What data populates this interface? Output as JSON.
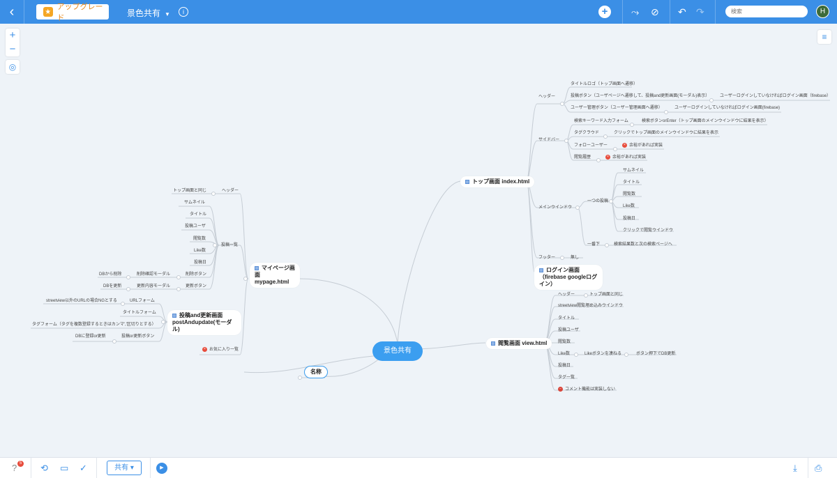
{
  "toolbar": {
    "upgrade_label": "アップグレード",
    "document_title": "景色共有",
    "search_placeholder": "検索",
    "avatar_initial": "H",
    "accent_color": "#3b8fe6"
  },
  "bottombar": {
    "help_badge": "5",
    "share_label": "共有"
  },
  "mindmap": {
    "central": "景色共有",
    "floating": "名称",
    "mypage": {
      "title": "マイページ画面 mypage.html",
      "header": "ヘッダー",
      "header_same": "トップ画面と同じ",
      "post_list": "投稿一覧",
      "list_items": [
        "サムネイル",
        "タイトル",
        "投稿ユーザ",
        "閲覧数",
        "Like数",
        "投稿日"
      ],
      "delete_button": "削除ボタン",
      "delete_modal": "削除確認モーダル",
      "delete_db": "DBから削除",
      "update_button": "更新ボタン",
      "update_modal": "更新内容モーダル",
      "update_db": "DBを更新"
    },
    "post": {
      "title": "投稿and更新画面 postAndupdate(モーダル)",
      "url_form": "URLフォーム",
      "url_note": "streetview以外のURLの場合NGとする",
      "title_form": "タイトルフォーム",
      "tag_form": "タグフォーム（タグを複数登録するときはカンマ','区切りとする）",
      "submit_button": "投稿or更新ボタン",
      "submit_db": "DBに登録or更新"
    },
    "favorites": "お気に入り一覧",
    "top": {
      "title": "トップ画面 index.html",
      "header": "ヘッダー",
      "title_logo": "タイトルロゴ（トップ画面へ遷移）",
      "post_button": "投稿ボタン（ユーザページへ遷移して、投稿and更新画面(モーダル)表示）",
      "post_login": "ユーザーログインしていなければログイン画面（firebase）",
      "user_button": "ユーザー管理ボタン（ユーザー管理画面へ遷移）",
      "user_login": "ユーザーログインしていなければログイン画面(firebase)",
      "sidebar": "サイドバー",
      "search_form": "検索キーワード入力フォーム",
      "search_result": "検索ボタンorEnter（トップ画面のメインウインドウに結果を表示）",
      "tag_cloud": "タグクラウド",
      "tag_result": "クリックでトップ画面のメインウインドウに結果を表示",
      "follow_user": "フォローユーザー",
      "follow_note": "余裕があれば実装",
      "history": "閲覧履歴",
      "history_note": "余裕があれば実装",
      "main_window": "メインウインドウ",
      "single_post": "一つの投稿",
      "post_fields": [
        "サムネイル",
        "タイトル",
        "閲覧数",
        "Like数",
        "投稿日",
        "クリックで閲覧ウインドウ"
      ],
      "bottom": "一番下",
      "bottom_note": "検索結果数と次の検索ページへ",
      "footer": "フッター",
      "footer_none": "無し"
    },
    "login": {
      "title": "ログイン画面（firebase googleログイン）"
    },
    "view": {
      "title": "閲覧画面 view.html",
      "header": "ヘッダー",
      "header_same": "トップ画面と同じ",
      "items": [
        "streetview閲覧埋め込みウインドウ",
        "タイトル",
        "投稿ユーザ",
        "閲覧数"
      ],
      "like_count": "Like数",
      "like_push": "Likeボタンを凄ねる",
      "like_db": "ボタン押下でDB更新",
      "post_date": "投稿日",
      "tag_list": "タグ一覧",
      "no_comment": "コメント機能は実装しない"
    }
  }
}
